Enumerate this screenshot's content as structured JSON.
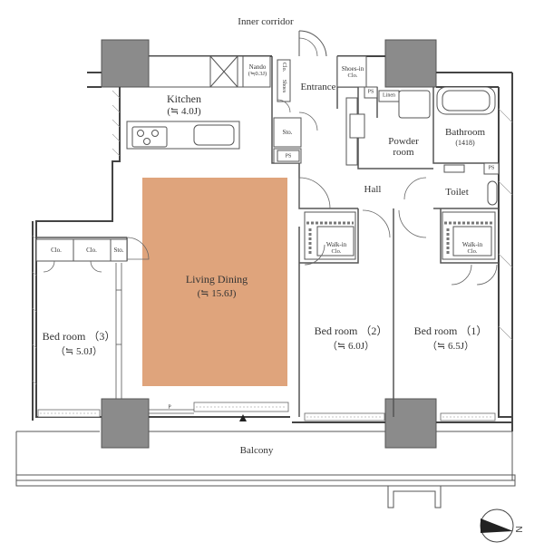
{
  "plan": {
    "corridor": "Inner corridor",
    "balcony": "Balcony",
    "compass": "N",
    "living_dining": {
      "name": "Living Dining",
      "size": "(≒ 15.6J)"
    },
    "kitchen": {
      "name": "Kitchen",
      "size": "(≒ 4.0J)"
    },
    "nando": {
      "name": "Nando",
      "size": "(≒0.3J)"
    },
    "shoes": "Shoes",
    "entrance": "Entrance",
    "shoes_in_clo": {
      "line1": "Shoes-in",
      "line2": "Clo."
    },
    "ps": "PS",
    "linen": "Linen",
    "sto": "Sto.",
    "powder_room": {
      "line1": "Powder",
      "line2": "room"
    },
    "bathroom": {
      "name": "Bathroom",
      "size": "(1418)"
    },
    "hall": "Hall",
    "toilet": "Toilet",
    "clo": "Clo.",
    "walkin": {
      "line1": "Walk-in",
      "line2": "Clo."
    },
    "bedroom1": {
      "name": "Bed room （1）",
      "size": "（≒ 6.5J）"
    },
    "bedroom2": {
      "name": "Bed room （2）",
      "size": "（≒ 6.0J）"
    },
    "bedroom3": {
      "name": "Bed room （3）",
      "size": "（≒ 5.0J）"
    },
    "p_mark": "P"
  }
}
